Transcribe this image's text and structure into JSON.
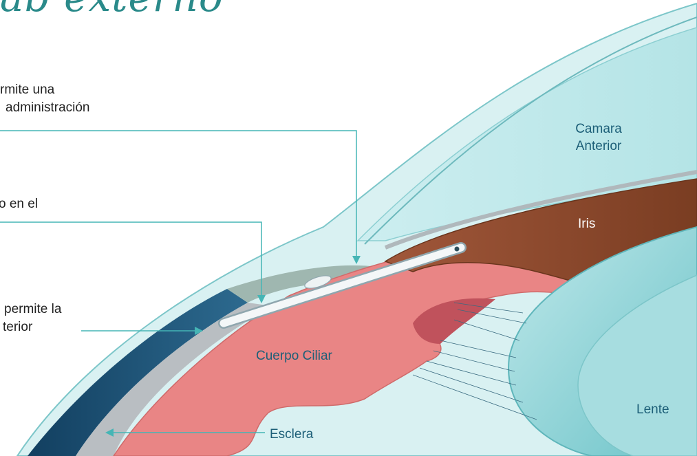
{
  "title": "ab externo",
  "callouts": {
    "c1_line1": "rmite una",
    "c1_line2": "administración",
    "c2_line1": "o en el",
    "c3_line1": "permite la",
    "c3_line2": "terior"
  },
  "labels": {
    "camara_line1": "Camara",
    "camara_line2": "Anterior",
    "iris": "Iris",
    "cuerpo_ciliar": "Cuerpo Ciliar",
    "lente": "Lente",
    "esclera": "Esclera"
  },
  "colors": {
    "teal_line": "#45b5b5",
    "label_dark": "#1d5f78",
    "iris": "#8a4a2e",
    "ciliary": "#e98585",
    "sclera_dark": "#1b4f74",
    "lens": "#8fd3d6"
  }
}
